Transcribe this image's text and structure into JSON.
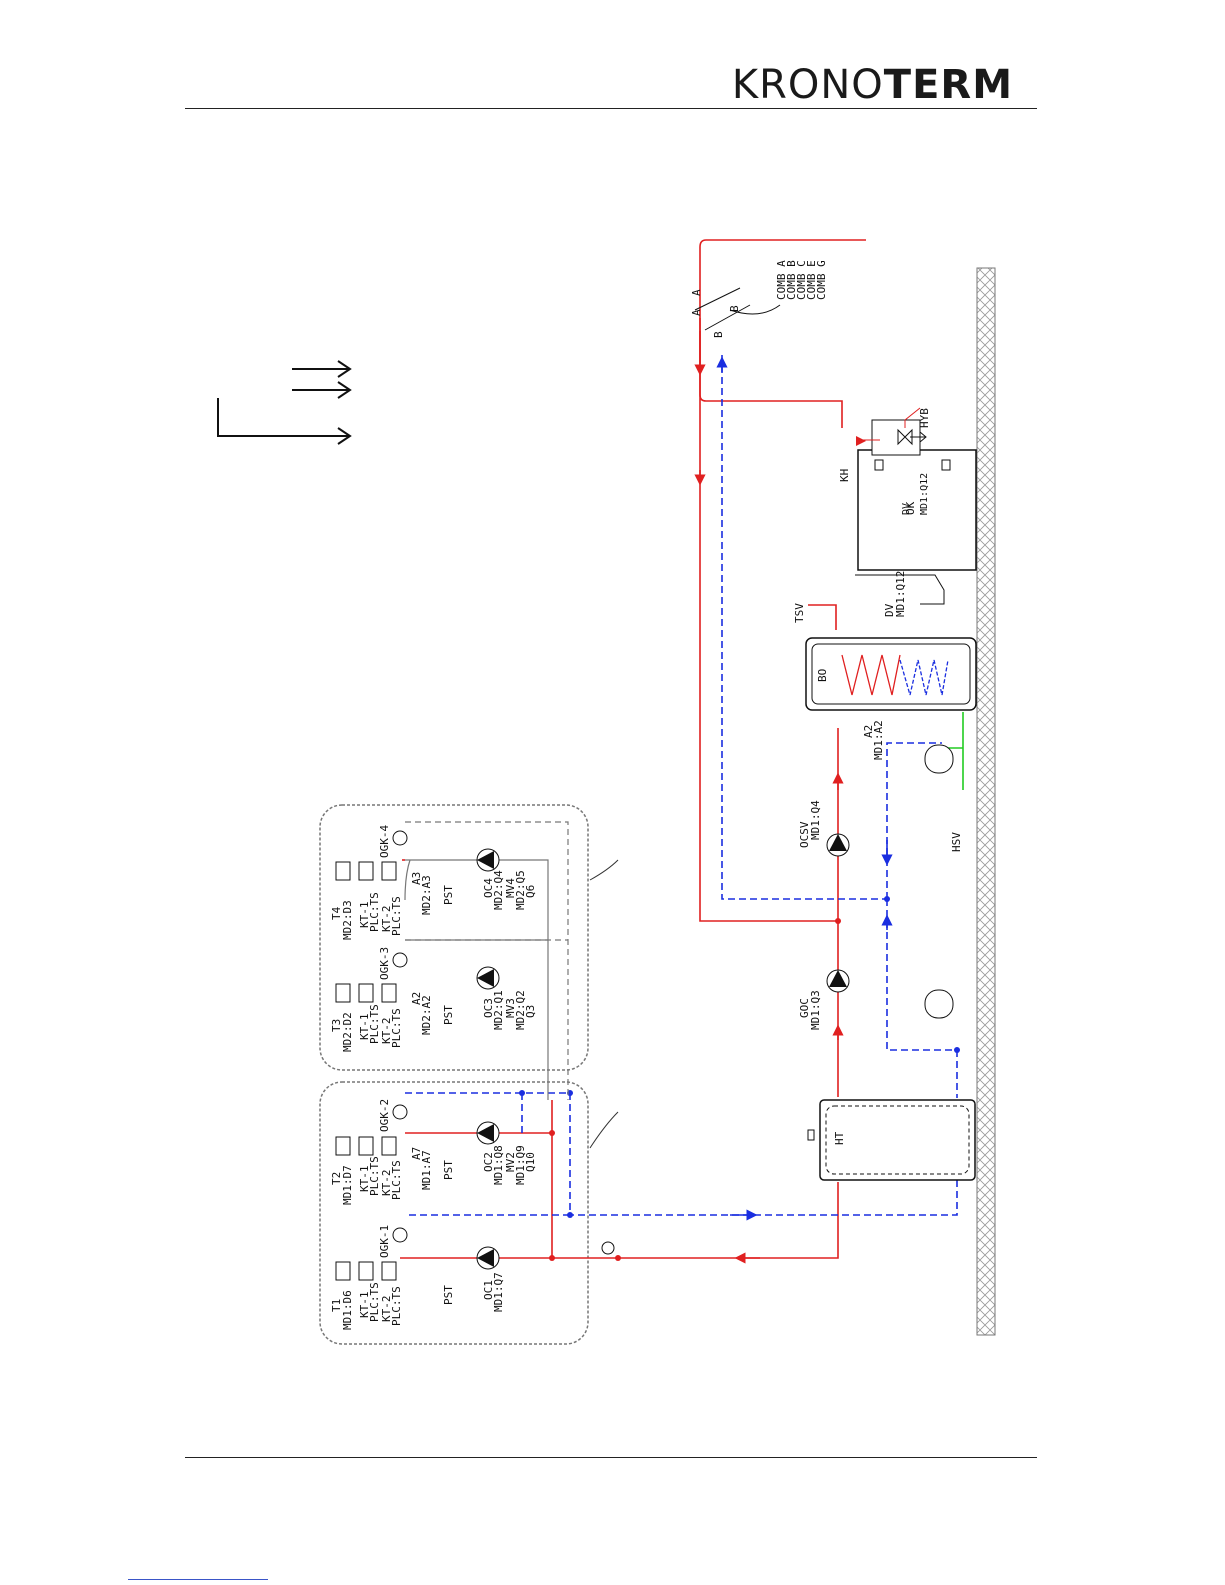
{
  "brand": {
    "light": "KRONO",
    "bold": "TERM"
  },
  "colors": {
    "supply": "#e02020",
    "return": "#1a2ee0",
    "grey": "#666666",
    "green": "#22cc22"
  },
  "labels": {
    "comms": [
      "COMB A",
      "COMB B",
      "COMB C",
      "COMB E",
      "COMB G"
    ],
    "ab": [
      "A",
      "A",
      "B",
      "B"
    ],
    "hyb": "HYB",
    "kh": "KH",
    "ok": "OK",
    "dv_a": "DV",
    "dv_a_sub": "MD1:Q12",
    "dv_b": "DV",
    "dv_b_sub": "MD1:Q12",
    "tsv": "TSV",
    "bo": "BO",
    "a2": "A2",
    "a2_sub": "MD1:A2",
    "ocsv": "OCSV",
    "ocsv_sub": "MD1:Q4",
    "hsv": "HSV",
    "goc": "GOC",
    "goc_sub": "MD1:Q3",
    "ht": "HT",
    "zones": [
      {
        "t": "T1",
        "t_sub": "MD1:D6",
        "kt1": "KT-1",
        "kt1_sub": "PLC:TS",
        "kt2": "KT-2",
        "kt2_sub": "PLC:TS",
        "ogk": "OGK-1",
        "pst": "PST",
        "oc": "OC1",
        "oc_sub": "MD1:Q7"
      },
      {
        "t": "T2",
        "t_sub": "MD1:D7",
        "kt1": "KT-1",
        "kt1_sub": "PLC:TS",
        "kt2": "KT-2",
        "kt2_sub": "PLC:TS",
        "ogk": "OGK-2",
        "a": "A7",
        "a_sub": "MD1:A7",
        "pst": "PST",
        "oc": "OC2",
        "oc_sub": "MD1:Q8",
        "mv": "MV2",
        "mv_sub": "MD1:Q9",
        "mv_sub2": "Q10"
      },
      {
        "t": "T3",
        "t_sub": "MD2:D2",
        "kt1": "KT-1",
        "kt1_sub": "PLC:TS",
        "kt2": "KT-2",
        "kt2_sub": "PLC:TS",
        "ogk": "OGK-3",
        "a": "A2",
        "a_sub": "MD2:A2",
        "pst": "PST",
        "oc": "OC3",
        "oc_sub": "MD2:Q1",
        "mv": "MV3",
        "mv_sub": "MD2:Q2",
        "mv_sub2": "Q3"
      },
      {
        "t": "T4",
        "t_sub": "MD2:D3",
        "kt1": "KT-1",
        "kt1_sub": "PLC:TS",
        "kt2": "KT-2",
        "kt2_sub": "PLC:TS",
        "ogk": "OGK-4",
        "a": "A3",
        "a_sub": "MD2:A3",
        "pst": "PST",
        "oc": "OC4",
        "oc_sub": "MD2:Q4",
        "mv": "MV4",
        "mv_sub": "MD2:Q5",
        "mv_sub2": "Q6"
      }
    ]
  }
}
